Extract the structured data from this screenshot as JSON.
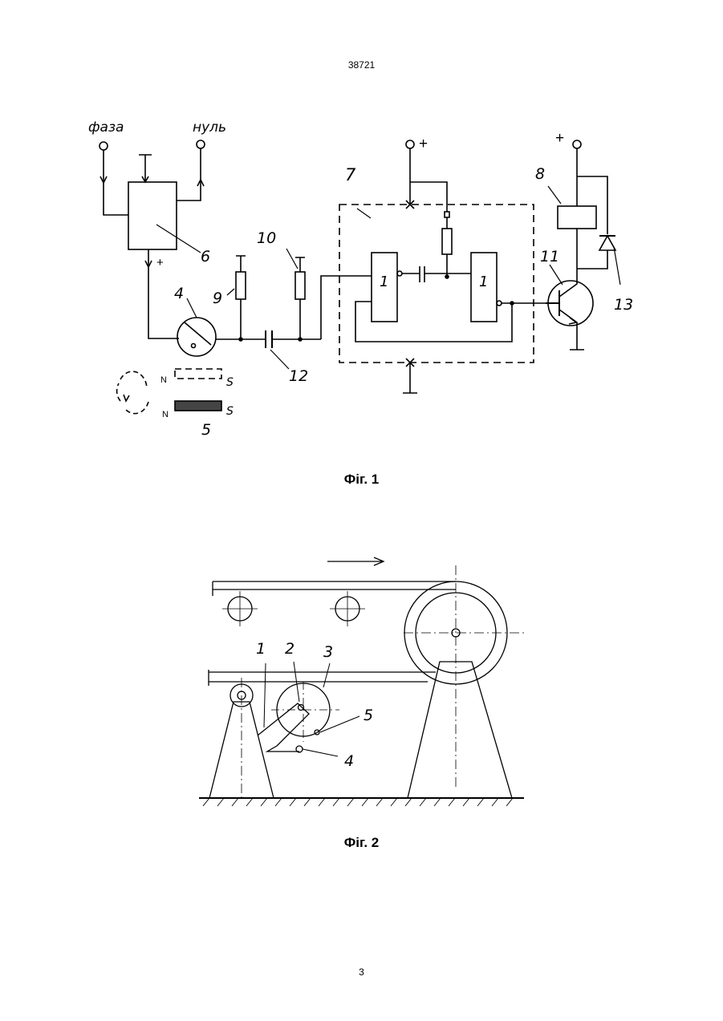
{
  "header": {
    "doc_number": "38721"
  },
  "footer": {
    "page_number": "3"
  },
  "figure1": {
    "caption": "Фіг. 1",
    "labels": {
      "phase": "фаза",
      "neutral": "нуль",
      "plus_a": "+",
      "plus_b": "+",
      "plus_c": "+",
      "n1": "N",
      "s1": "S",
      "n2": "N",
      "s2": "S",
      "logic1": "1",
      "logic2": "1",
      "ref4": "4",
      "ref5": "5",
      "ref6": "6",
      "ref7": "7",
      "ref8": "8",
      "ref9": "9",
      "ref10": "10",
      "ref11": "11",
      "ref12": "12",
      "ref13": "13"
    }
  },
  "figure2": {
    "caption": "Фіг. 2",
    "labels": {
      "ref1": "1",
      "ref2": "2",
      "ref3": "3",
      "ref4": "4",
      "ref5": "5"
    }
  }
}
